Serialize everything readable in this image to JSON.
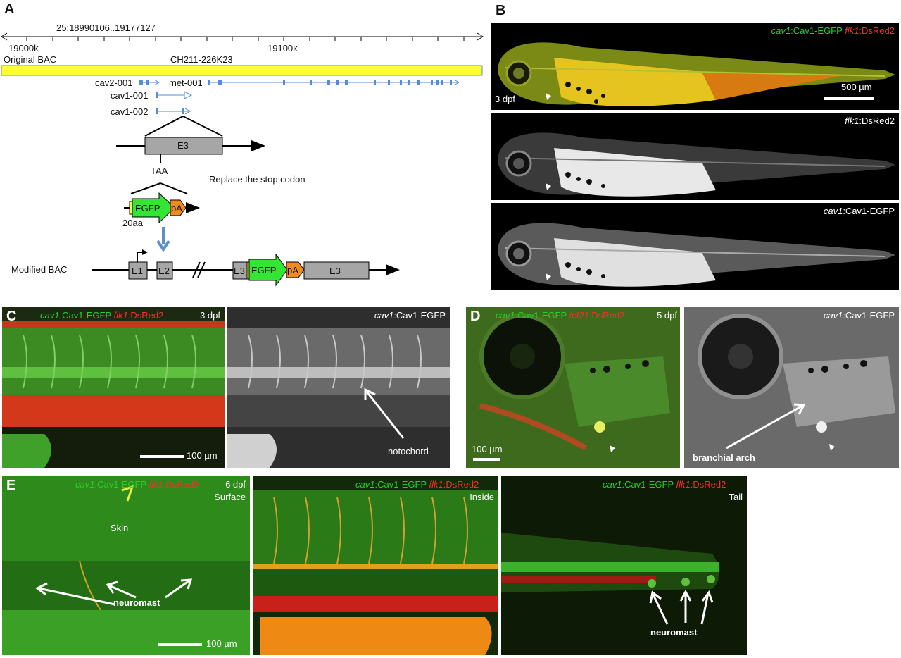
{
  "panel_a": {
    "label": "A",
    "coordinate_range": "25:18990106..19177127",
    "tick_left": "19000k",
    "tick_right": "19100k",
    "original_bac_label": "Original BAC",
    "bac_clone": "CH211-226K23",
    "transcripts": [
      "cav2-001",
      "met-001",
      "cav1-001",
      "cav1-002"
    ],
    "exon_label": "E3",
    "stop_codon": "TAA",
    "replace_note": "Replace the stop codon",
    "egfp_label": "EGFP",
    "pa_label": "pA",
    "linker_label": "20aa",
    "modified_bac_label": "Modified BAC",
    "modified_exons": [
      "E1",
      "E2",
      "E3",
      "EGFP",
      "pA",
      "E3"
    ],
    "colors": {
      "bac_bar": "#ffff33",
      "transcript": "#4f8fd6",
      "egfp": "#33e633",
      "pa": "#ee8a22",
      "exon": "#a6a6a6",
      "arrow": "#5b8fc8"
    }
  },
  "panel_b": {
    "label": "B",
    "rows": [
      {
        "green": "cav1",
        "green_rest": ":Cav1-EGFP",
        "red": "flk1",
        "red_rest": ":DsRed2",
        "stage": "3 dpf",
        "scale": "500 µm"
      },
      {
        "white": "flk1",
        "white_rest": ":DsRed2"
      },
      {
        "white": "cav1",
        "white_rest": ":Cav1-EGFP"
      }
    ]
  },
  "panel_c": {
    "label": "C",
    "left": {
      "green": "cav1",
      "green_rest": ":Cav1-EGFP",
      "red": "flk1",
      "red_rest": ":DsRed2",
      "stage": "3 dpf",
      "scale": "100 µm"
    },
    "right": {
      "white": "cav1",
      "white_rest": ":Cav1-EGFP",
      "annotation": "notochord"
    }
  },
  "panel_d": {
    "label": "D",
    "left": {
      "green": "cav1",
      "green_rest": ":Cav1-EGFP",
      "red": "tcf21",
      "red_rest": ":DsRed2",
      "stage": "5 dpf",
      "scale": "100 µm"
    },
    "right": {
      "white": "cav1",
      "white_rest": ":Cav1-EGFP",
      "annotation": "branchial arch"
    }
  },
  "panel_e": {
    "label": "E",
    "panels": [
      {
        "green": "cav1",
        "green_rest": ":Cav1-EGFP",
        "red": "flk1",
        "red_rest": ":DsRed2",
        "stage": "6 dpf",
        "view": "Surface",
        "skin": "Skin",
        "annotation": "neuromast",
        "scale": "100 µm"
      },
      {
        "green": "cav1",
        "green_rest": ":Cav1-EGFP",
        "red": "flk1",
        "red_rest": ":DsRed2",
        "view": "Inside"
      },
      {
        "green": "cav1",
        "green_rest": ":Cav1-EGFP",
        "red": "flk1",
        "red_rest": ":DsRed2",
        "view": "Tail",
        "annotation": "neuromast"
      }
    ]
  }
}
